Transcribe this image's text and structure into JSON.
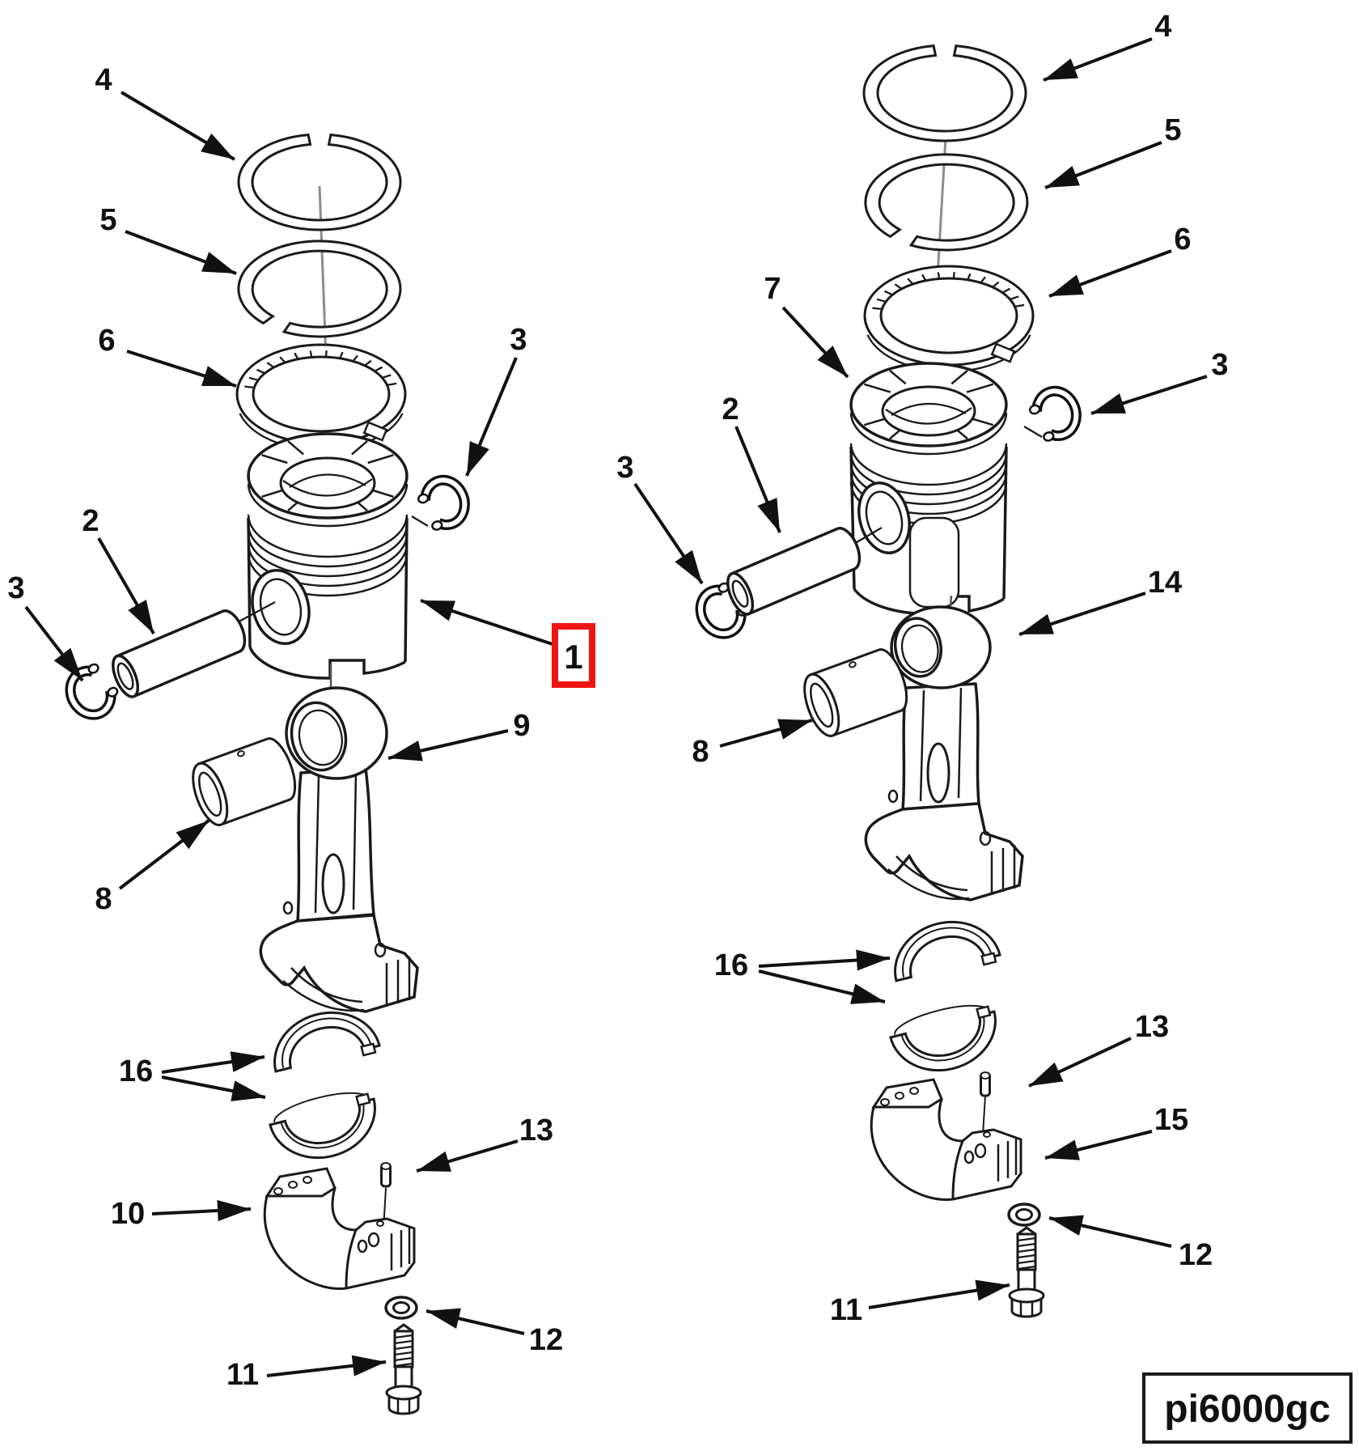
{
  "figure_code": "pi6000gc",
  "colors": {
    "highlight_box": "#ee1515",
    "line": "#111111"
  },
  "callouts": {
    "left": {
      "ring_top": "4",
      "ring_second": "5",
      "ring_oil": "6",
      "retainer_upper": "3",
      "pin": "2",
      "retainer_lower": "3",
      "piston": "1",
      "rod": "9",
      "bushing": "8",
      "bearing_shells": "16",
      "dowel": "13",
      "bearing_cap": "10",
      "washer": "12",
      "bolt": "11"
    },
    "right": {
      "ring_top": "4",
      "ring_second": "5",
      "ring_oil": "6",
      "piston": "7",
      "retainer_right": "3",
      "pin": "2",
      "retainer_left": "3",
      "rod": "14",
      "bushing": "8",
      "bearing_shells": "16",
      "dowel": "13",
      "bearing_cap": "15",
      "washer": "12",
      "bolt": "11"
    }
  }
}
